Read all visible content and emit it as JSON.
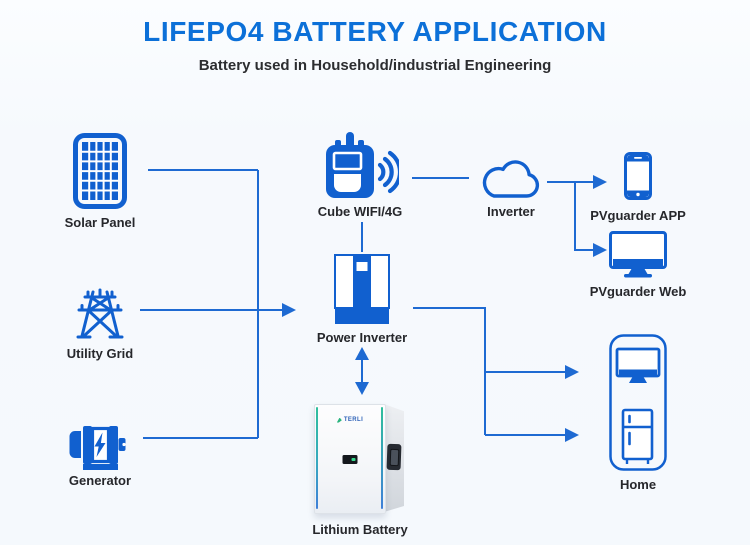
{
  "header": {
    "title": "LIFEPO4 BATTERY APPLICATION",
    "subtitle": "Battery used in Household/industrial Engineering"
  },
  "palette": {
    "title_blue": "#0c70d8",
    "icon_blue": "#1160cf",
    "line_blue": "#1e6ad2",
    "label_color": "#26272b",
    "background": "#f6f9fd",
    "battery_stripe_green": "#2fbf9c",
    "battery_stripe_blue": "#3f7fd8"
  },
  "nodes": {
    "solar_panel": {
      "label": "Solar Panel",
      "icon": "solar-panel-icon"
    },
    "utility_grid": {
      "label": "Utility Grid",
      "icon": "transmission-tower-icon"
    },
    "generator": {
      "label": "Generator",
      "icon": "generator-motor-icon"
    },
    "cube_wifi": {
      "label": "Cube WIFI/4G",
      "icon": "wifi-device-icon"
    },
    "inverter_cloud": {
      "label": "Inverter",
      "icon": "cloud-icon"
    },
    "pvguarder_app": {
      "label": "PVguarder APP",
      "icon": "smartphone-icon"
    },
    "pvguarder_web": {
      "label": "PVguarder Web",
      "icon": "monitor-icon"
    },
    "power_inverter": {
      "label": "Power Inverter",
      "icon": "power-inverter-icon"
    },
    "lithium_battery": {
      "label": "Lithium Battery",
      "brand": "TERLI",
      "icon": "battery-cabinet-photo"
    },
    "home": {
      "label": "Home",
      "icon": "home-appliances-icon"
    }
  },
  "connections": [
    {
      "from": "Solar Panel",
      "to": "Power Inverter",
      "arrow": true
    },
    {
      "from": "Utility Grid",
      "to": "Power Inverter",
      "arrow": true
    },
    {
      "from": "Generator",
      "to": "Power Inverter",
      "arrow": true
    },
    {
      "from": "Cube WIFI/4G",
      "to": "Power Inverter",
      "arrow": false
    },
    {
      "from": "Cube WIFI/4G",
      "to": "Inverter",
      "arrow": false
    },
    {
      "from": "Inverter",
      "to": "PVguarder APP",
      "arrow": true
    },
    {
      "from": "Inverter",
      "to": "PVguarder Web",
      "arrow": true
    },
    {
      "from": "Power Inverter",
      "to": "Lithium Battery",
      "arrow": true,
      "bidirectional": true
    },
    {
      "from": "Power Inverter",
      "to": "Home",
      "arrow": true,
      "branches": 2
    }
  ]
}
